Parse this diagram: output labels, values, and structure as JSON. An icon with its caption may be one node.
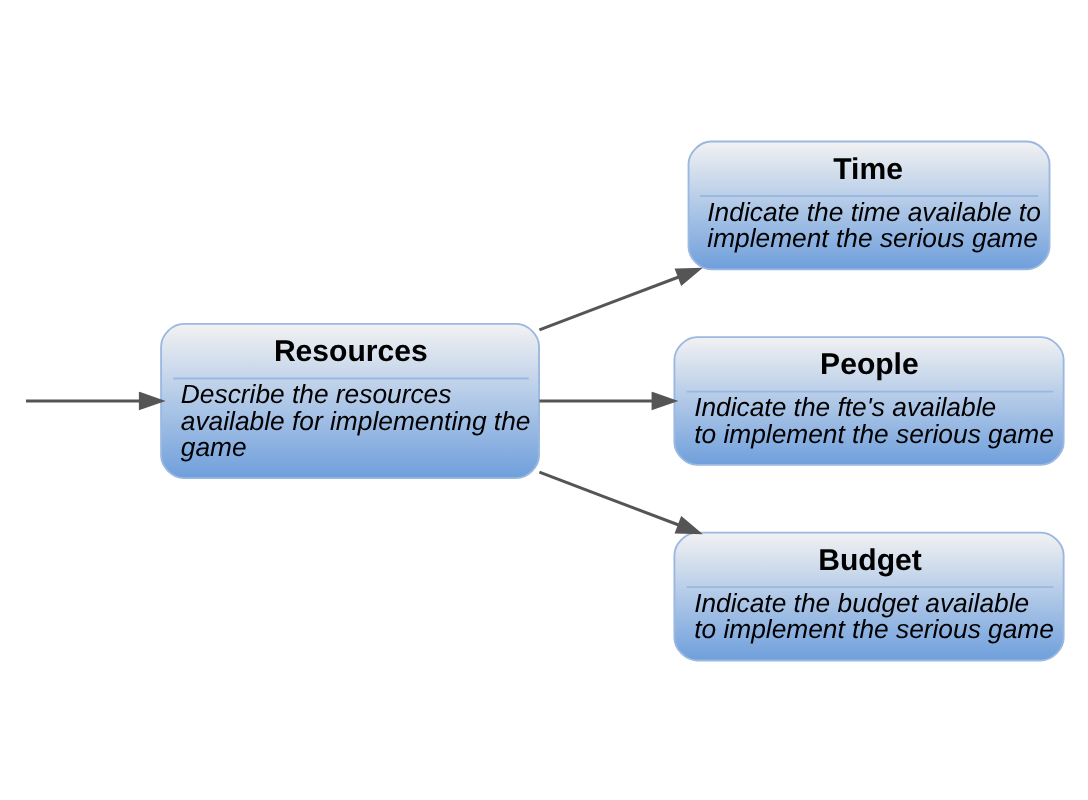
{
  "diagram": {
    "nodes": [
      {
        "text": [
          "Resources",
          "Describe the resources available for implementing the game"
        ]
      },
      {
        "text": [
          "Time",
          "Indicate the time available to implement the serious game"
        ]
      },
      {
        "text": [
          "People",
          "Indicate the fte's available to implement the serious game"
        ]
      },
      {
        "text": [
          "Budget",
          "Indicate the budget available to implement the serious game"
        ]
      }
    ],
    "edges": [
      {
        "from": null,
        "to": 0,
        "arrow": "to"
      },
      {
        "from": 0,
        "to": 1,
        "arrow": "to"
      },
      {
        "from": 0,
        "to": 2,
        "arrow": "to"
      },
      {
        "from": 0,
        "to": 3,
        "arrow": "to"
      }
    ]
  }
}
